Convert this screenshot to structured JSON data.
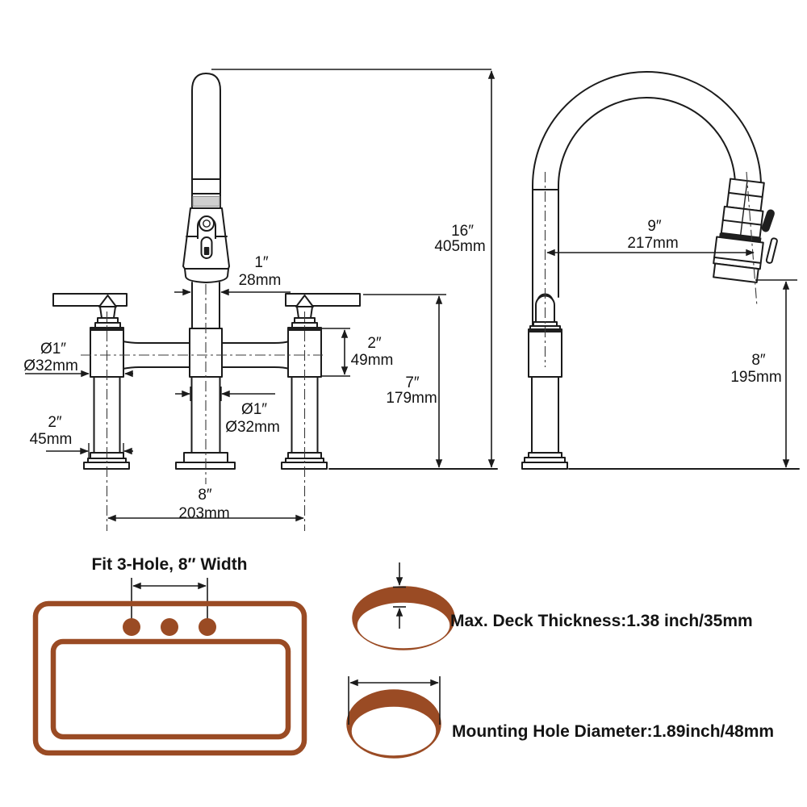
{
  "colors": {
    "sink_brown": "#9a4b24",
    "line_black": "#1b1b1b",
    "spout_band_gray": "#cfcfcf"
  },
  "front_view": {
    "dims": {
      "overall_height": {
        "inch": "16″",
        "mm": "405mm"
      },
      "spout_tube_width": {
        "inch": "1″",
        "mm": "28mm"
      },
      "handle_diameter": {
        "inch": "Ø1″",
        "mm": "Ø32mm"
      },
      "valve_body_height": {
        "inch": "2″",
        "mm": "49mm"
      },
      "center_diameter": {
        "inch": "Ø1″",
        "mm": "Ø32mm"
      },
      "base_width": {
        "inch": "2″",
        "mm": "45mm"
      },
      "handle_height": {
        "inch": "7″",
        "mm": "179mm"
      },
      "hole_spacing": {
        "inch": "8″",
        "mm": "203mm"
      }
    }
  },
  "side_view": {
    "dims": {
      "spout_reach": {
        "inch": "9″",
        "mm": "217mm"
      },
      "spout_height": {
        "inch": "8″",
        "mm": "195mm"
      }
    }
  },
  "installation": {
    "sink_label": "Fit 3-Hole, 8″ Width",
    "deck_thickness_label": "Max. Deck Thickness:1.38 inch/35mm",
    "mounting_hole_label": "Mounting Hole Diameter:1.89inch/48mm"
  }
}
